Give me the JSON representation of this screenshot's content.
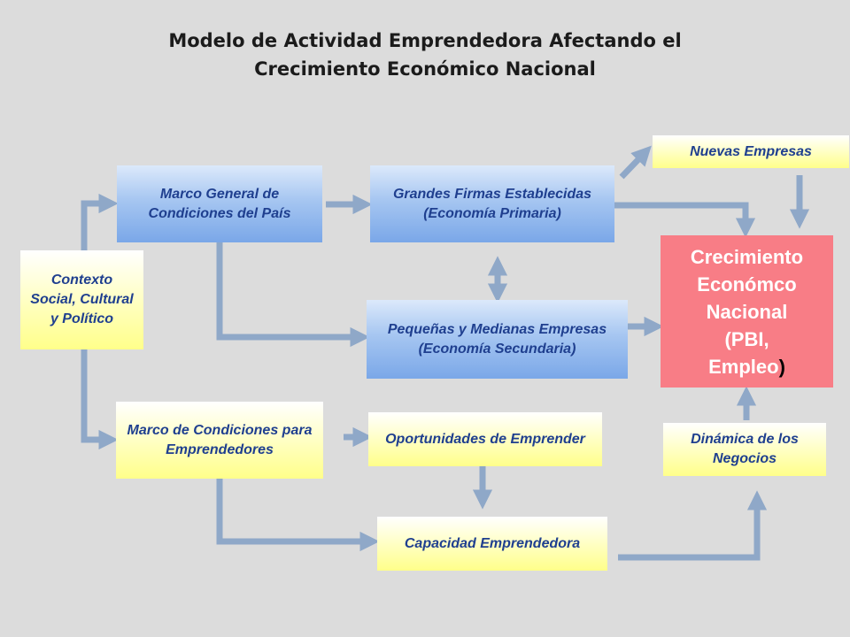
{
  "title": {
    "line1": "Modelo de Actividad Emprendedora Afectando el",
    "line2": "Crecimiento Económico Nacional"
  },
  "boxes": {
    "contexto": "Contexto Social, Cultural y Político",
    "marco_general": "Marco General de Condiciones del País",
    "grandes_firmas": "Grandes Firmas Establecidas (Economía Primaria)",
    "nuevas_empresas": "Nuevas Empresas",
    "pymes": "Pequeñas y Medianas Empresas (Economía Secundaria)",
    "marco_emprendedores": "Marco de Condiciones para Emprendedores",
    "oportunidades": "Oportunidades de Emprender",
    "capacidad": "Capacidad Emprendedora",
    "dinamica": "Dinámica de los Negocios",
    "crecimiento": {
      "line1": "Crecimiento",
      "line2": "Económco",
      "line3": "Nacional",
      "line4": "(PBI,",
      "line5_text": "Empleo",
      "line5_paren": ")"
    }
  },
  "colors": {
    "arrow": "#8fa8c8",
    "box_text": "#1f3f8f",
    "growth_box": "#f87d86"
  }
}
